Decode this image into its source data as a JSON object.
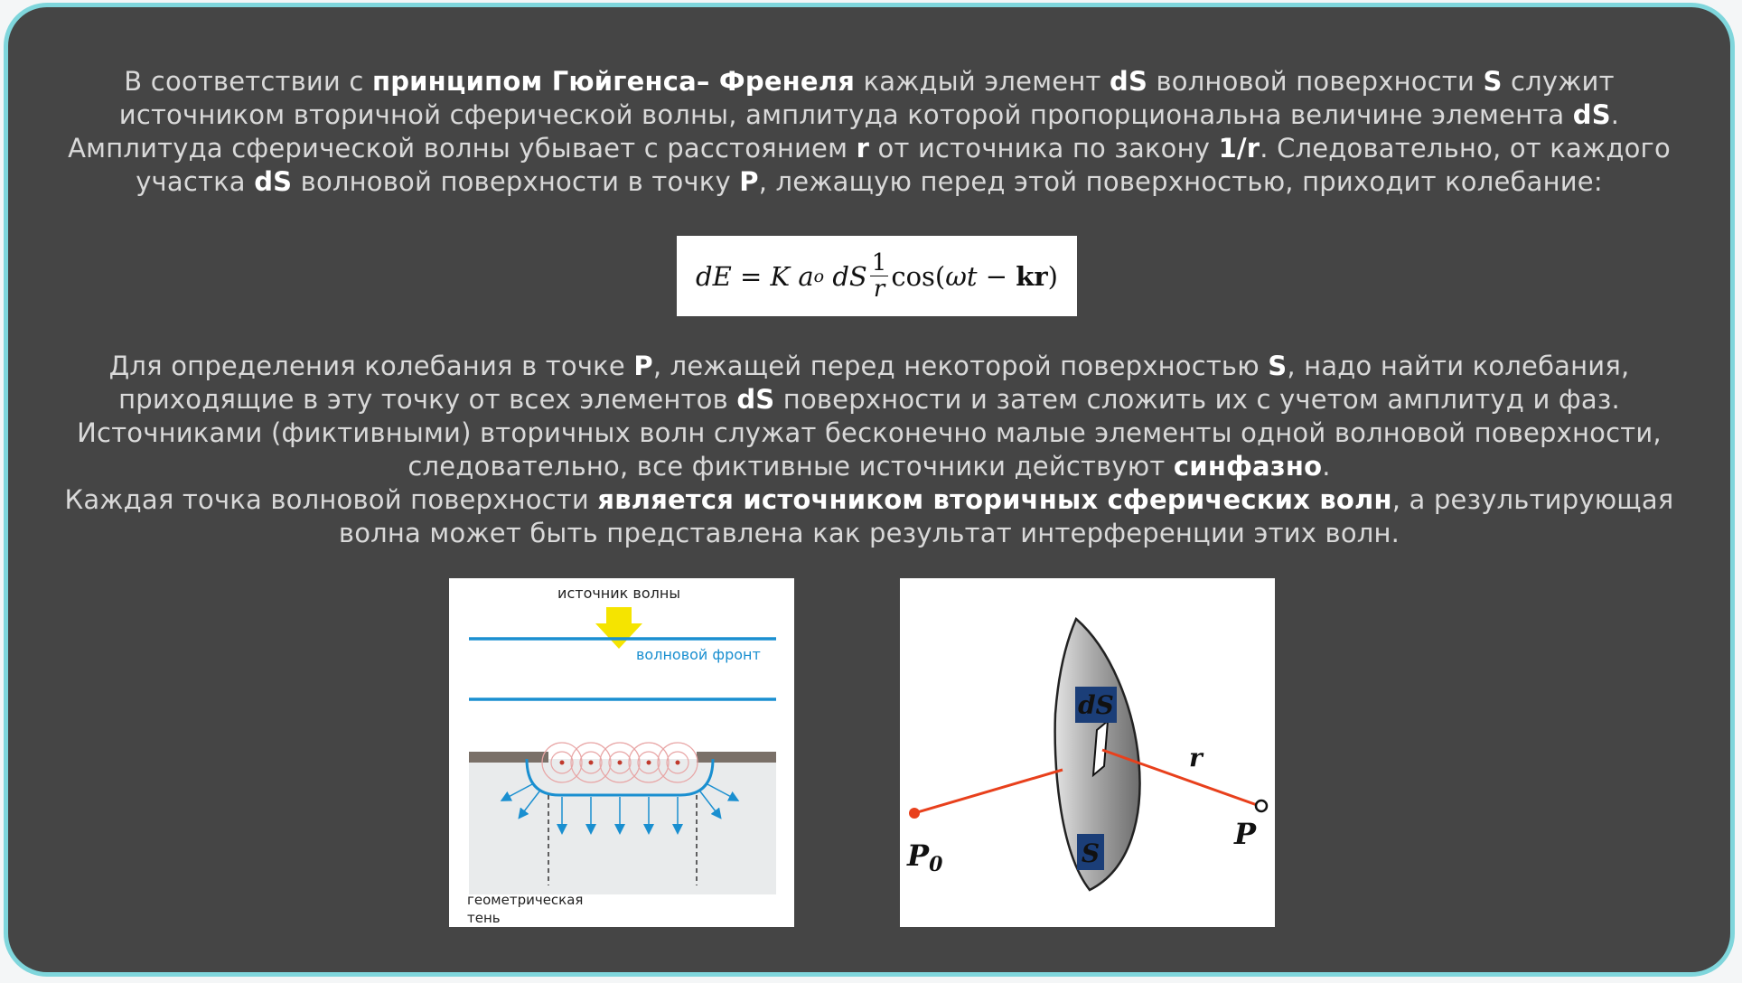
{
  "paragraph1": {
    "t1": "В соответствии с ",
    "b1": "принципом Гюйгенса– Френеля",
    "t2": " каждый элемент ",
    "b2": "dS",
    "t3": " волновой поверхности ",
    "b3": "S",
    "t4": " служит",
    "t5": "источником вторичной сферической волны, амплитуда которой пропорциональна величине элемента ",
    "b4": "dS",
    "t6": ".",
    "t7": "Амплитуда сферической волны убывает с расстоянием ",
    "b5": "r",
    "t8": " от источника по закону ",
    "b6": "1/r",
    "t9": ". Следовательно, от каждого",
    "t10": "участка ",
    "b7": "dS",
    "t11": " волновой поверхности в точку ",
    "b8": "P",
    "t12": ", лежащую перед этой поверхностью, приходит колебание:"
  },
  "formula": {
    "lhs": "dE",
    "eq": " = ",
    "K": "K",
    "a": "a",
    "sub": "o",
    "dS": "dS",
    "num": "1",
    "den": "r",
    "cos": "cos(",
    "wt": "ωt",
    "minus": " − ",
    "kr": "kr",
    "close": ")"
  },
  "paragraph2": {
    "t1": "Для определения колебания в точке ",
    "b1": "P",
    "t2": ", лежащей перед некоторой поверхностью ",
    "b2": "S",
    "t3": ", надо найти колебания,",
    "t4": "приходящие в эту точку от всех элементов ",
    "b3": "dS",
    "t5": " поверхности и затем сложить их с учетом амплитуд и фаз.",
    "t6": "Источниками (фиктивными) вторичных волн служат бесконечно малые элементы одной волновой поверхности,",
    "t7": "следовательно, все фиктивные источники действуют ",
    "b4": "синфазно",
    "t8": "."
  },
  "paragraph3": {
    "t1": "Каждая точка волновой поверхности ",
    "b1": "является источником вторичных сферических волн",
    "t2": ", а результирующая",
    "t3": "волна может быть представлена как результат интерференции этих волн."
  },
  "figure1": {
    "source_label": "источник волны",
    "front_label": "волновой фронт",
    "shadow_label_1": "геометрическая",
    "shadow_label_2": "тень"
  },
  "figure2": {
    "label_dS": "dS",
    "label_S": "S",
    "label_r": "r",
    "label_P": "P",
    "label_P0": "P",
    "label_P0_sub": "0"
  },
  "colors": {
    "background": "#454545",
    "border": "#7fd6dc",
    "text": "#d9d9d9",
    "emphasis": "#ffffff",
    "wavefront": "#1a8fd0",
    "arrow": "#f5e400",
    "ray": "#e8401c",
    "label_box": "#1b3e78"
  }
}
